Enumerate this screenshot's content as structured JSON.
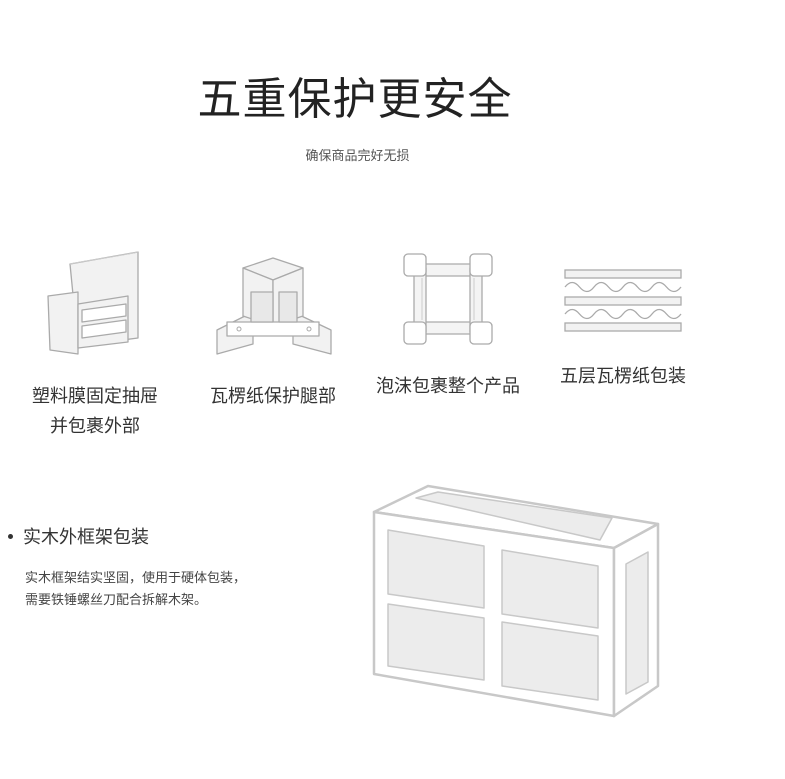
{
  "header": {
    "title": "五重保护更安全",
    "subtitle": "确保商品完好无损"
  },
  "features": [
    {
      "icon": "drawer-film-icon",
      "label_lines": [
        "塑料膜固定抽屉",
        "并包裹外部"
      ]
    },
    {
      "icon": "corner-guard-icon",
      "label_lines": [
        "瓦楞纸保护腿部"
      ]
    },
    {
      "icon": "foam-frame-icon",
      "label_lines": [
        "泡沫包裹整个产品"
      ]
    },
    {
      "icon": "corrugated-layers-icon",
      "label_lines": [
        "五层瓦楞纸包装"
      ]
    }
  ],
  "wood_frame": {
    "title": "实木外框架包装",
    "desc_lines": [
      "实木框架结实坚固，使用于硬体包装，",
      "需要铁锤螺丝刀配合拆解木架。"
    ],
    "icon": "wooden-crate-icon"
  }
}
